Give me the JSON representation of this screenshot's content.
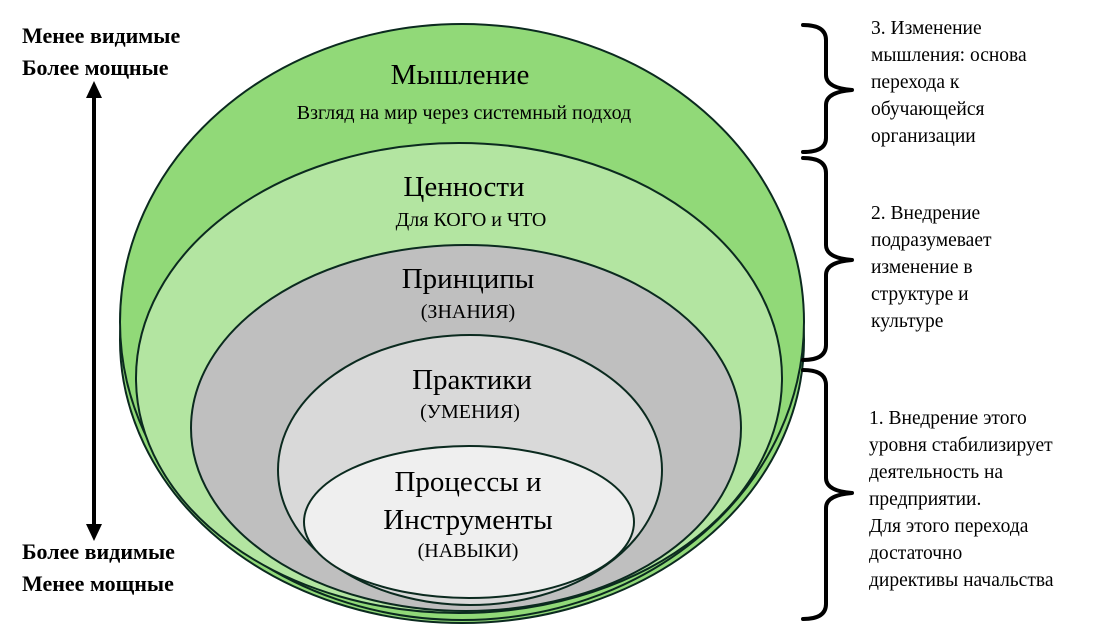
{
  "levels": [
    {
      "title": "Мышление",
      "subtitle": "Взгляд на мир через системный подход",
      "fill": "#91d978"
    },
    {
      "title": "Ценности",
      "subtitle": "Для КОГО и ЧТО",
      "fill": "#b3e5a1"
    },
    {
      "title": "Принципы",
      "subtitle": "(ЗНАНИЯ)",
      "fill": "#bfbfbf"
    },
    {
      "title": "Практики",
      "subtitle": "(УМЕНИЯ)",
      "fill": "#d9d9d9"
    },
    {
      "title_lines": [
        "Процессы и",
        "Инструменты"
      ],
      "subtitle": "(НАВЫКИ)",
      "fill": "#efefef"
    }
  ],
  "axis": {
    "top": [
      "Менее видимые",
      "Более мощные"
    ],
    "bottom": [
      "Более видимые",
      "Менее мощные"
    ]
  },
  "notes": [
    {
      "lines": [
        "3. Изменение",
        "мышления: основа",
        "перехода к",
        "обучающейся",
        "организации"
      ]
    },
    {
      "lines": [
        "2. Внедрение",
        "подразумевает",
        "изменение в",
        "структуре и",
        "культуре"
      ]
    },
    {
      "lines": [
        "1. Внедрение этого",
        "уровня стабилизирует",
        "деятельность на",
        "предприятии.",
        "Для этого перехода",
        "достаточно",
        "директивы начальства"
      ]
    }
  ],
  "colors": {
    "outline": "#0b2a1f",
    "text": "#000000"
  }
}
